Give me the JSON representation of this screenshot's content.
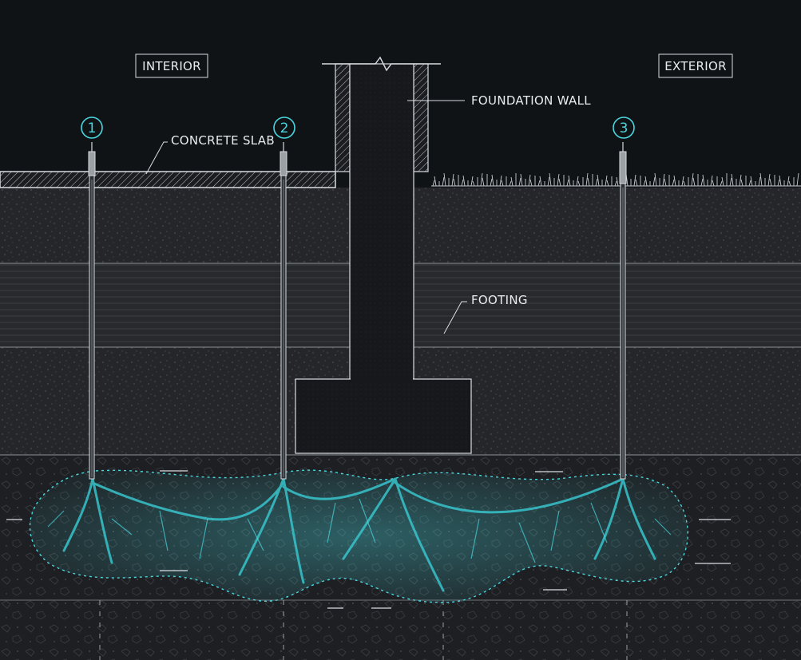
{
  "zones": {
    "interior": "INTERIOR",
    "exterior": "EXTERIOR"
  },
  "callouts": {
    "foundation_wall": "FOUNDATION WALL",
    "concrete_slab": "CONCRETE SLAB",
    "footing": "FOOTING"
  },
  "injection_points": [
    {
      "number": "1"
    },
    {
      "number": "2"
    },
    {
      "number": "3"
    }
  ],
  "colors": {
    "sky": "#0f1316",
    "soil": "#232528",
    "clay": "#2a2b2d",
    "wall": "#191b1e",
    "line": "#d9dde1",
    "accent": "#4ad6de"
  }
}
